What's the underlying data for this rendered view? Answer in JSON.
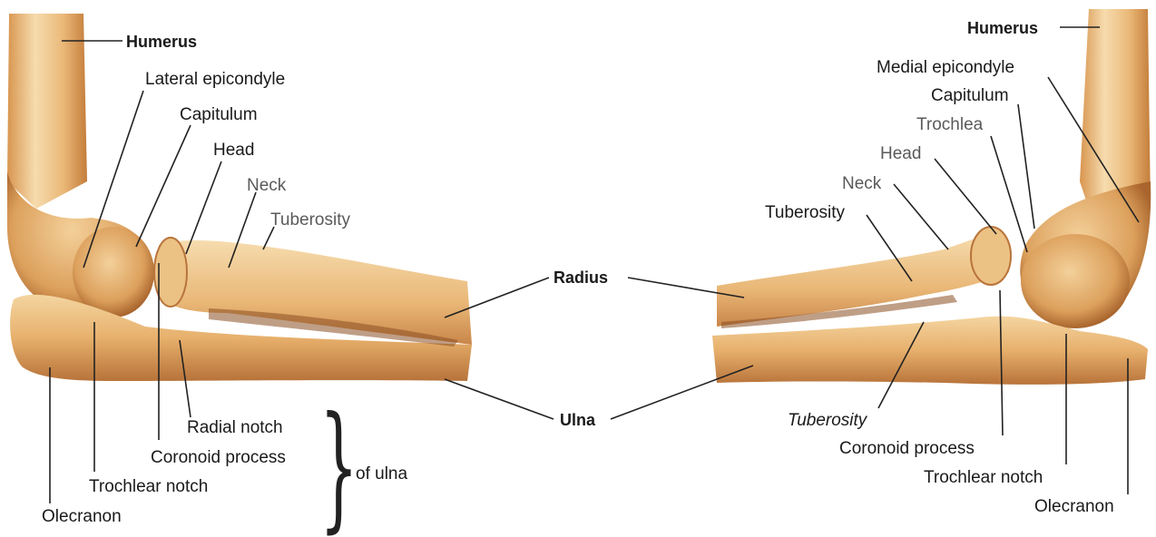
{
  "left_view": {
    "humerus": "Humerus",
    "lateral_epicondyle": "Lateral epicondyle",
    "capitulum": "Capitulum",
    "head": "Head",
    "neck": "Neck",
    "tuberosity": "Tuberosity",
    "radial_notch": "Radial notch",
    "coronoid_process": "Coronoid process",
    "trochlear_notch": "Trochlear notch",
    "olecranon": "Olecranon",
    "of_ulna": "of ulna"
  },
  "center": {
    "radius": "Radius",
    "ulna": "Ulna"
  },
  "right_view": {
    "humerus": "Humerus",
    "medial_epicondyle": "Medial epicondyle",
    "capitulum": "Capitulum",
    "trochlea": "Trochlea",
    "head": "Head",
    "neck": "Neck",
    "tuberosity_radius": "Tuberosity",
    "tuberosity_ulna": "Tuberosity",
    "coronoid_process": "Coronoid process",
    "trochlear_notch": "Trochlear notch",
    "olecranon": "Olecranon"
  },
  "colors": {
    "bone_light": "#f3cf96",
    "bone_mid": "#e2a865",
    "bone_dark": "#b06a2c",
    "leader_line": "#222222"
  }
}
